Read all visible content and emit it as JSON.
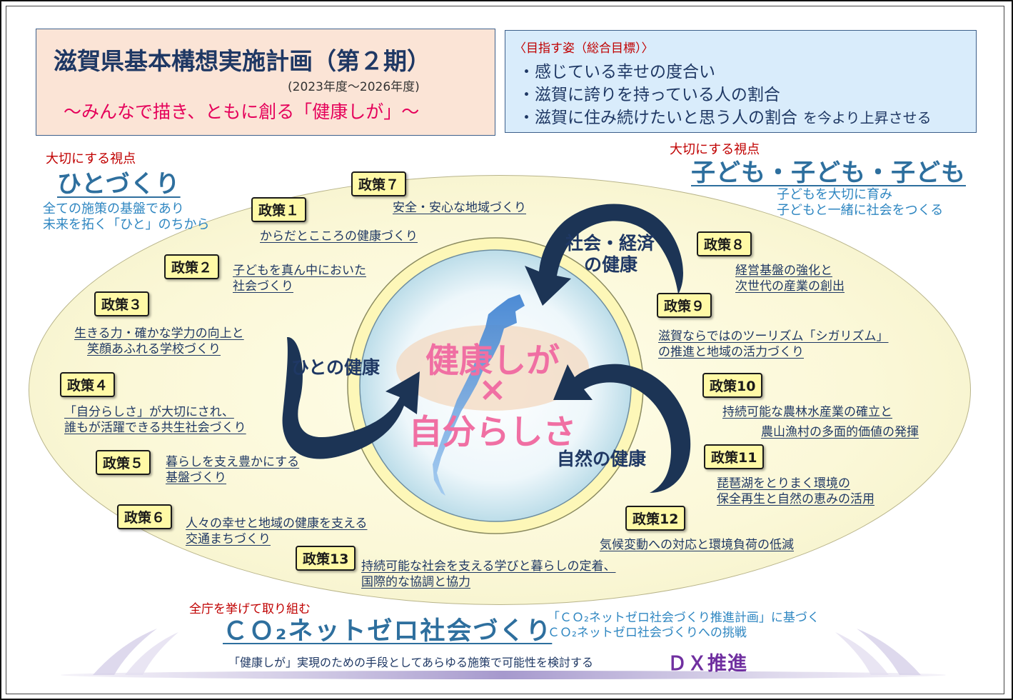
{
  "title": {
    "main": "滋賀県基本構想実施計画（第２期）",
    "period": "(2023年度～2026年度)",
    "slogan": "～みんなで描き、ともに創る「健康しが」～"
  },
  "goal": {
    "heading": "〈目指す姿（総合目標）〉",
    "items": [
      "・感じている幸せの度合い",
      "・滋賀に誇りを持っている人の割合",
      "・滋賀に住み続けたいと思う人の割合"
    ],
    "tail": "を今より上昇させる"
  },
  "view_left": {
    "label": "大切にする視点",
    "title": "ひとづくり",
    "desc_1": "全ての施策の基盤であり",
    "desc_2": "未来を拓く「ひと」のちから"
  },
  "view_right": {
    "label": "大切にする視点",
    "title": "子ども・子ども・子ども",
    "desc_1": "子どもを大切に育み",
    "desc_2": "子どもと一緒に社会をつくる"
  },
  "policies": [
    {
      "badge": "政策１",
      "text_1": "からだとこころの健康づくり",
      "text_2": ""
    },
    {
      "badge": "政策２",
      "text_1": "子どもを真ん中においた",
      "text_2": "社会づくり"
    },
    {
      "badge": "政策３",
      "text_1": "生きる力・確かな学力の向上と",
      "text_2": "笑顔あふれる学校づくり"
    },
    {
      "badge": "政策４",
      "text_1": "「自分らしさ」が大切にされ、",
      "text_2": "誰もが活躍できる共生社会づくり"
    },
    {
      "badge": "政策５",
      "text_1": "暮らしを支え豊かにする",
      "text_2": "基盤づくり"
    },
    {
      "badge": "政策６",
      "text_1": "人々の幸せと地域の健康を支える",
      "text_2": "交通まちづくり"
    },
    {
      "badge": "政策７",
      "text_1": "安全・安心な地域づくり",
      "text_2": ""
    },
    {
      "badge": "政策８",
      "text_1": "経営基盤の強化と",
      "text_2": "次世代の産業の創出"
    },
    {
      "badge": "政策９",
      "text_1": "滋賀ならではのツーリズム「シガリズム」",
      "text_2": "の推進と地域の活力づくり"
    },
    {
      "badge": "政策10",
      "text_1": "持続可能な農林水産業の確立と",
      "text_2": "農山漁村の多面的価値の発揮"
    },
    {
      "badge": "政策11",
      "text_1": "琵琶湖をとりまく環境の",
      "text_2": "保全再生と自然の恵みの活用"
    },
    {
      "badge": "政策12",
      "text_1": "気候変動への対応と環境負荷の低減",
      "text_2": ""
    },
    {
      "badge": "政策13",
      "text_1": "持続可能な社会を支える学びと暮らしの定着、",
      "text_2": "国際的な協調と協力"
    }
  ],
  "center": {
    "line_1": "健康しが",
    "line_2": "×",
    "line_3": "自分らしさ"
  },
  "health": {
    "people": "ひとの健康",
    "society_1": "社会・経済",
    "society_2": "の健康",
    "nature": "自然の健康"
  },
  "co2": {
    "label": "全庁を挙げて取り組む",
    "title": "ＣＯ₂ネットゼロ社会づくり",
    "desc_1": "「ＣＯ₂ネットゼロ社会づくり推進計画」に基づく",
    "desc_2": "ＣＯ₂ネットゼロ社会づくりへの挑戦"
  },
  "dx": {
    "line": "「健康しが」実現のための手段としてあらゆる施策で可能性を検討する",
    "strong": "ＤＸ推進"
  },
  "colors": {
    "navy": "#1f3864",
    "red": "#c00000",
    "pink": "#f06fa3",
    "badge": "#fff9a6",
    "title_box": "#fbe4d6",
    "goal_box": "#d9ecfb",
    "dx": "#7030a0"
  }
}
